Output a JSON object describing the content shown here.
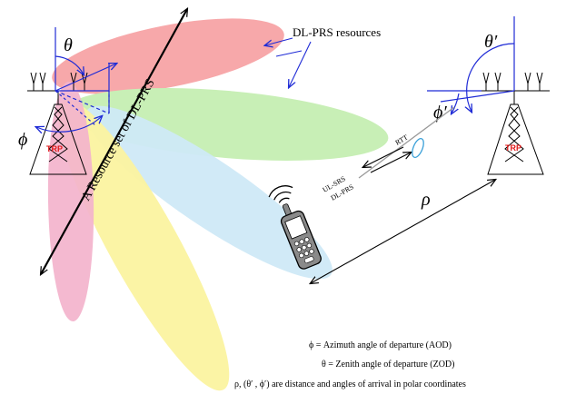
{
  "labels": {
    "dl_prs_resources": "DL-PRS resources",
    "resource_set": "A Resource set of DL-PRS",
    "trp_left": "TRP",
    "trp_right": "TRP",
    "theta": "θ",
    "phi": "ϕ",
    "theta_prime": "θ′",
    "phi_prime": "ϕ′",
    "rtt": "RTT",
    "ul_srs": "UL-SRS",
    "dl_prs": "DL-PRS",
    "rho": "ρ"
  },
  "legend": {
    "line1": "ϕ = Azimuth angle of departure (AOD)",
    "line2": "θ = Zenith angle of departure (ZOD)",
    "line3": "ρ, (θ′ , ϕ′) are distance and angles of arrival in polar coordinates"
  },
  "colors": {
    "beam_red": "#f7a8aa",
    "beam_green": "#c8efb6",
    "beam_blue": "#cfe9f7",
    "beam_yellow": "#fbf3a0",
    "beam_pink": "#f3b3cc",
    "accent_blue": "#1f2bd6",
    "trp_red": "#e01818",
    "rtt_ring": "#3aa0d8"
  },
  "icons": {
    "tower_left": "cell-tower-icon",
    "tower_right": "cell-tower-icon",
    "ue": "mobile-phone-icon"
  }
}
